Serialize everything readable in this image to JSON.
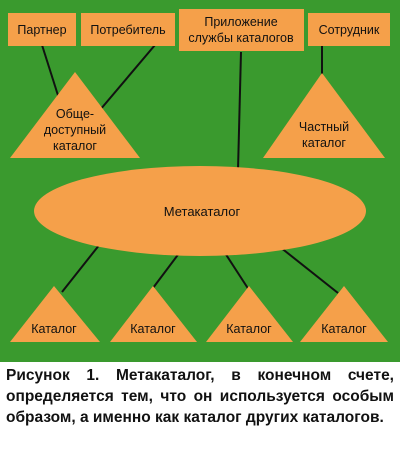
{
  "colors": {
    "background": "#3a9a2e",
    "node_fill": "#f5a04a",
    "edge": "#111111"
  },
  "top_boxes": [
    {
      "id": "partner",
      "lines": [
        "Партнер"
      ]
    },
    {
      "id": "consumer",
      "lines": [
        "Потребитель"
      ]
    },
    {
      "id": "catalog-service-app",
      "lines": [
        "Приложение",
        "службы каталогов"
      ]
    },
    {
      "id": "employee",
      "lines": [
        "Сотрудник"
      ]
    }
  ],
  "public_catalog": {
    "lines": [
      "Обще-",
      "доступный",
      "каталог"
    ]
  },
  "private_catalog": {
    "lines": [
      "Частный",
      "каталог"
    ]
  },
  "metacatalog": {
    "label": "Метакаталог"
  },
  "bottom_catalogs": [
    {
      "label": "Каталог"
    },
    {
      "label": "Каталог"
    },
    {
      "label": "Каталог"
    },
    {
      "label": "Каталог"
    }
  ],
  "caption": {
    "prefix": "Рисунок 1.",
    "text": "Метакаталог, в конечном счете, определяется тем, что он используется особым образом, а именно как каталог других каталогов."
  }
}
